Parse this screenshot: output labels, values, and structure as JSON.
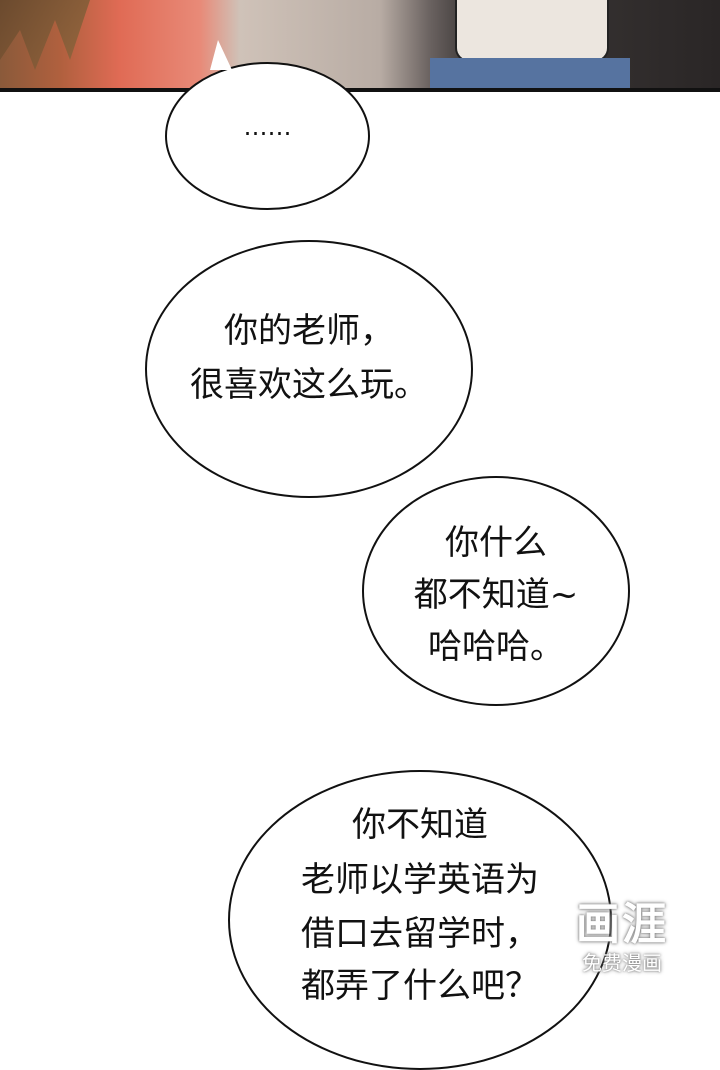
{
  "bubbles": [
    {
      "lines": [
        "……"
      ]
    },
    {
      "lines": [
        "你的老师，",
        "很喜欢这么玩。"
      ]
    },
    {
      "lines": [
        "你什么",
        "都不知道~",
        "哈哈哈。"
      ]
    },
    {
      "lines": [
        "你不知道",
        "老师以学英语为",
        "借口去留学时，",
        "都弄了什么吧？"
      ]
    }
  ],
  "watermark": {
    "logo": "画涯",
    "subtitle": "免费漫画"
  }
}
